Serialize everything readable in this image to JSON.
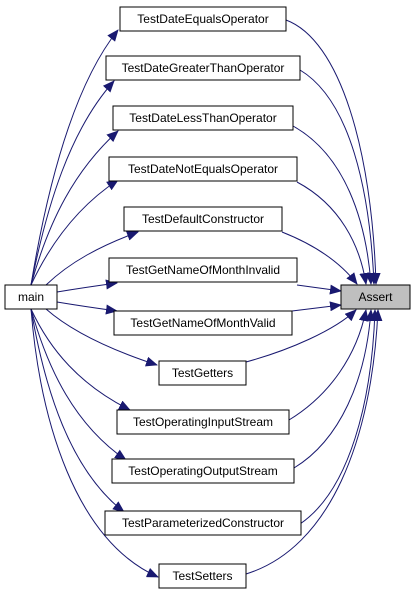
{
  "diagram": {
    "nodes": {
      "main": "main",
      "assert": "Assert",
      "tests": [
        "TestDateEqualsOperator",
        "TestDateGreaterThanOperator",
        "TestDateLessThanOperator",
        "TestDateNotEqualsOperator",
        "TestDefaultConstructor",
        "TestGetNameOfMonthInvalid",
        "TestGetNameOfMonthValid",
        "TestGetters",
        "TestOperatingInputStream",
        "TestOperatingOutputStream",
        "TestParameterizedConstructor",
        "TestSetters"
      ]
    },
    "highlighted_node": "Assert",
    "colors": {
      "edge": "#191970",
      "highlight_fill": "#bfbfbf",
      "node_border": "#000000"
    }
  }
}
